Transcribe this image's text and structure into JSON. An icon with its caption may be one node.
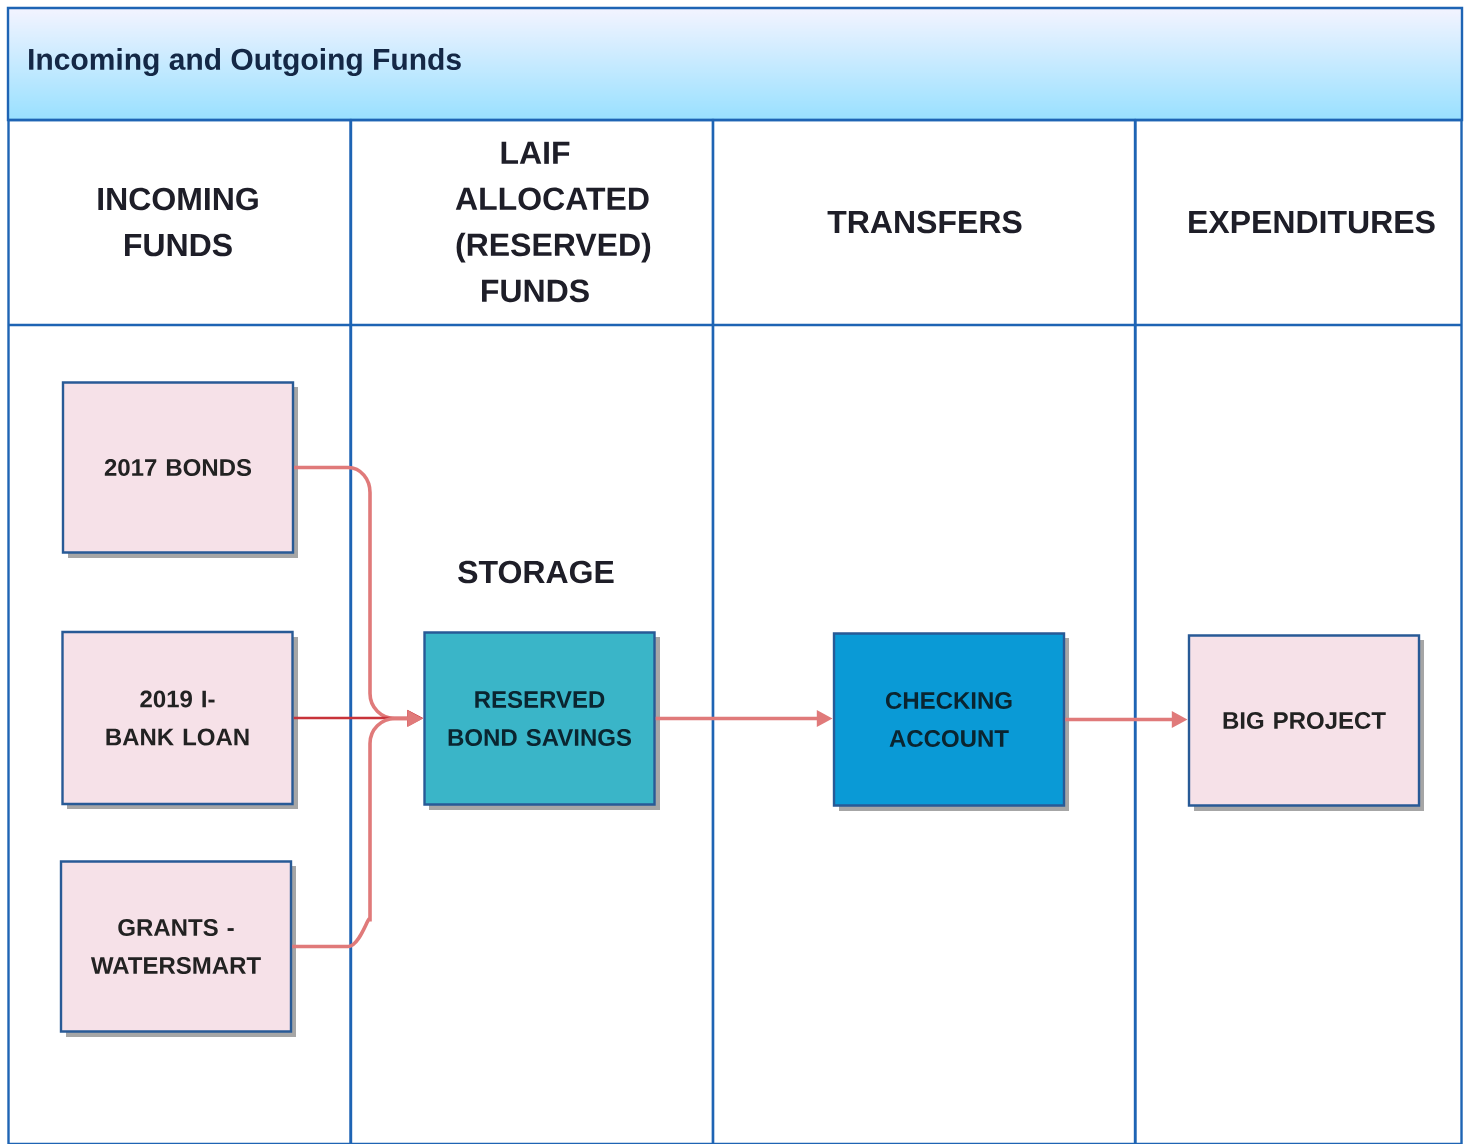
{
  "diagram": {
    "title": "Incoming and Outgoing Funds",
    "nodes": [
      {
        "text": [
          "INCOMING FUNDS"
        ]
      },
      {
        "text": [
          "LAIF ALLOCATED (RESERVED) FUNDS"
        ]
      },
      {
        "text": [
          "TRANSFERS"
        ]
      },
      {
        "text": [
          "EXPENDITURES"
        ]
      },
      {
        "text": [
          "2017 BONDS"
        ],
        "in": 0
      },
      {
        "text": [
          "2019 I-BANK LOAN"
        ],
        "in": 0
      },
      {
        "text": [
          "GRANTS - WATERSMART"
        ],
        "in": 0
      },
      {
        "text": [
          "RESERVED BOND SAVINGS"
        ],
        "in": 1
      },
      {
        "text": [
          "CHECKING ACCOUNT"
        ],
        "in": 2
      },
      {
        "text": [
          "BIG PROJECT"
        ],
        "in": 3
      }
    ],
    "edges": [
      {
        "from": 4,
        "to": 7,
        "arrow": "to"
      },
      {
        "from": 5,
        "to": 7,
        "arrow": "to",
        "color": "#c8333a"
      },
      {
        "from": 6,
        "to": 7,
        "arrow": "to"
      },
      {
        "from": 7,
        "to": 8,
        "arrow": "to"
      },
      {
        "from": 8,
        "to": 9,
        "arrow": "to"
      }
    ],
    "labels": [
      "STORAGE"
    ]
  }
}
